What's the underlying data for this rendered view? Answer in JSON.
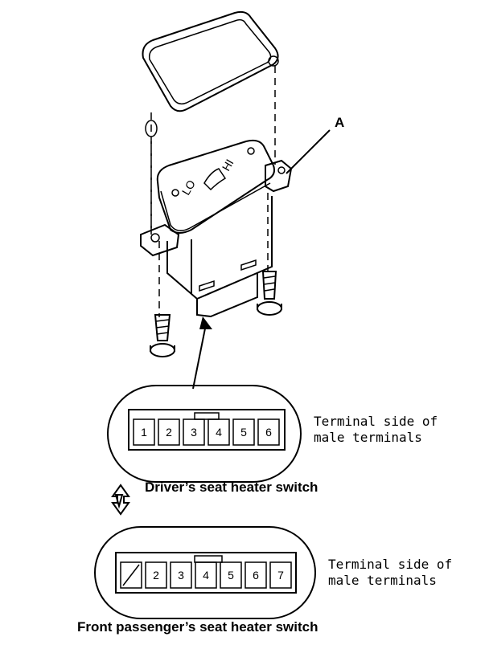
{
  "callout_label": "A",
  "switch_face": {
    "lo_label": "LO",
    "hi_label": "HI"
  },
  "driver_connector": {
    "terminals": [
      "1",
      "2",
      "3",
      "4",
      "5",
      "6"
    ],
    "side_label_line1": "Terminal side of",
    "side_label_line2": "male terminals",
    "caption": "Driver’s seat heater switch"
  },
  "passenger_connector": {
    "terminals": [
      "",
      "2",
      "3",
      "4",
      "5",
      "6",
      "7"
    ],
    "side_label_line1": "Terminal side of",
    "side_label_line2": "male terminals",
    "caption": "Front passenger’s seat heater switch"
  }
}
